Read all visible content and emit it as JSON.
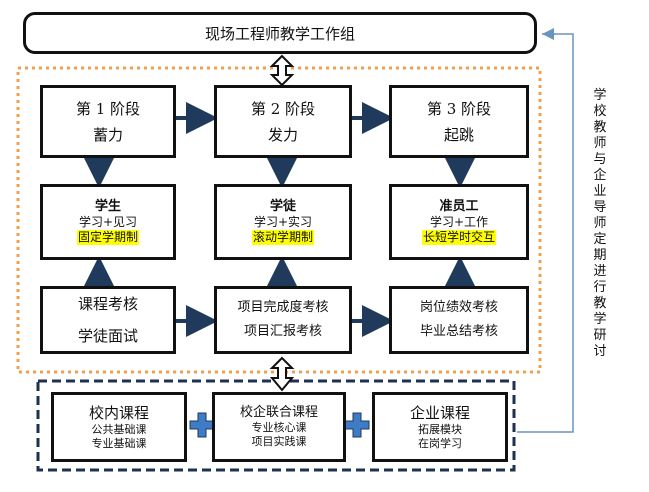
{
  "title": "现场工程师教学工作组",
  "side_note": "学校教师与企业导师定期进行教学研讨",
  "stages": [
    {
      "line1": "第 1 阶段",
      "line2": "蓄力"
    },
    {
      "line1": "第 2 阶段",
      "line2": "发力"
    },
    {
      "line1": "第 3 阶段",
      "line2": "起跳"
    }
  ],
  "roles": [
    {
      "name": "学生",
      "sub": "学习+见习",
      "highlight": "固定学期制"
    },
    {
      "name": "学徒",
      "sub": "学习+实习",
      "highlight": "滚动学期制"
    },
    {
      "name": "准员工",
      "sub": "学习+工作",
      "highlight": "长短学时交互"
    }
  ],
  "assessments": [
    {
      "line1": "课程考核",
      "line2": "学徒面试"
    },
    {
      "line1": "项目完成度考核",
      "line2": "项目汇报考核"
    },
    {
      "line1": "岗位绩效考核",
      "line2": "毕业总结考核"
    }
  ],
  "courses": [
    {
      "title": "校内课程",
      "items": [
        "公共基础课",
        "专业基础课"
      ]
    },
    {
      "title": "校企联合课程",
      "items": [
        "专业核心课",
        "项目实践课"
      ]
    },
    {
      "title": "企业课程",
      "items": [
        "拓展模块",
        "在岗学习"
      ]
    }
  ],
  "colors": {
    "orange_dash": "#f0a050",
    "navy_dash": "#1f3050",
    "arrow_dark": "#1f3a5a",
    "feedback_arrow": "#6a93c0",
    "plus": "#3f7cc8",
    "highlight": "#ffff00"
  }
}
